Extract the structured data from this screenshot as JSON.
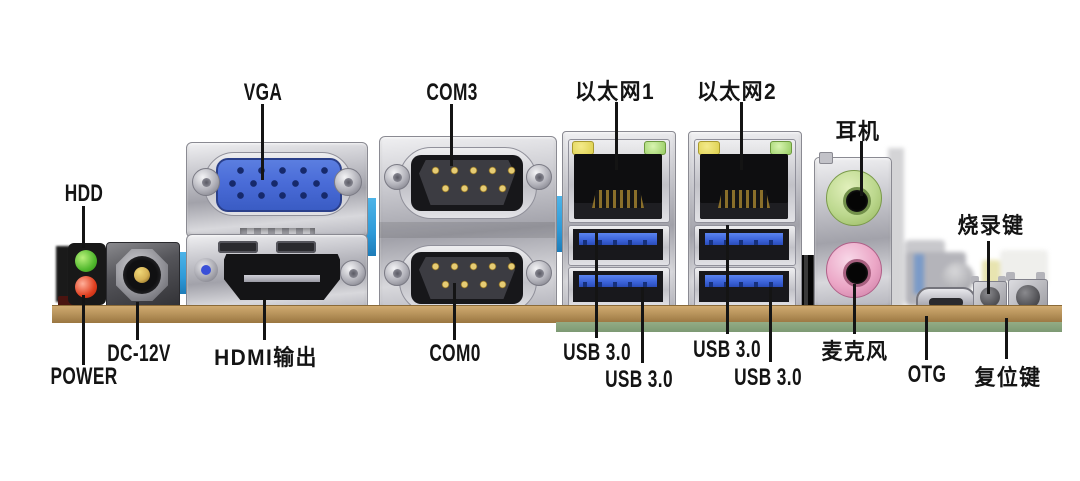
{
  "labels": {
    "hdd": "HDD",
    "power": "POWER",
    "dc_12v": "DC-12V",
    "vga": "VGA",
    "hdmi_out": "HDMI输出",
    "com3": "COM3",
    "com0": "COM0",
    "ethernet1": "以太网1",
    "ethernet2": "以太网2",
    "headphone": "耳机",
    "microphone": "麦克风",
    "usb": [
      "USB 3.0",
      "USB 3.0",
      "USB 3.0",
      "USB 3.0"
    ],
    "otg": "OTG",
    "burn_key": "烧录键",
    "reset_key": "复位键"
  },
  "colors": {
    "label-ink": "#141414",
    "vga-blue": "#4a6cd8",
    "usb-blue": "#3a62d8",
    "led-green": "#52b92e",
    "led-red": "#e04020",
    "lan-led-yellow": "#ddd04e",
    "lan-led-green": "#96cc62",
    "headphone-green": "#bcd88e",
    "mic-pink": "#eba6c6",
    "pcb-edge-tan": "#b8945c",
    "pcb-edge-green": "#7d9973",
    "tape-blue": "#2e9ad8",
    "connector-black": "#17171a",
    "pin-gold": "#d4b054"
  }
}
